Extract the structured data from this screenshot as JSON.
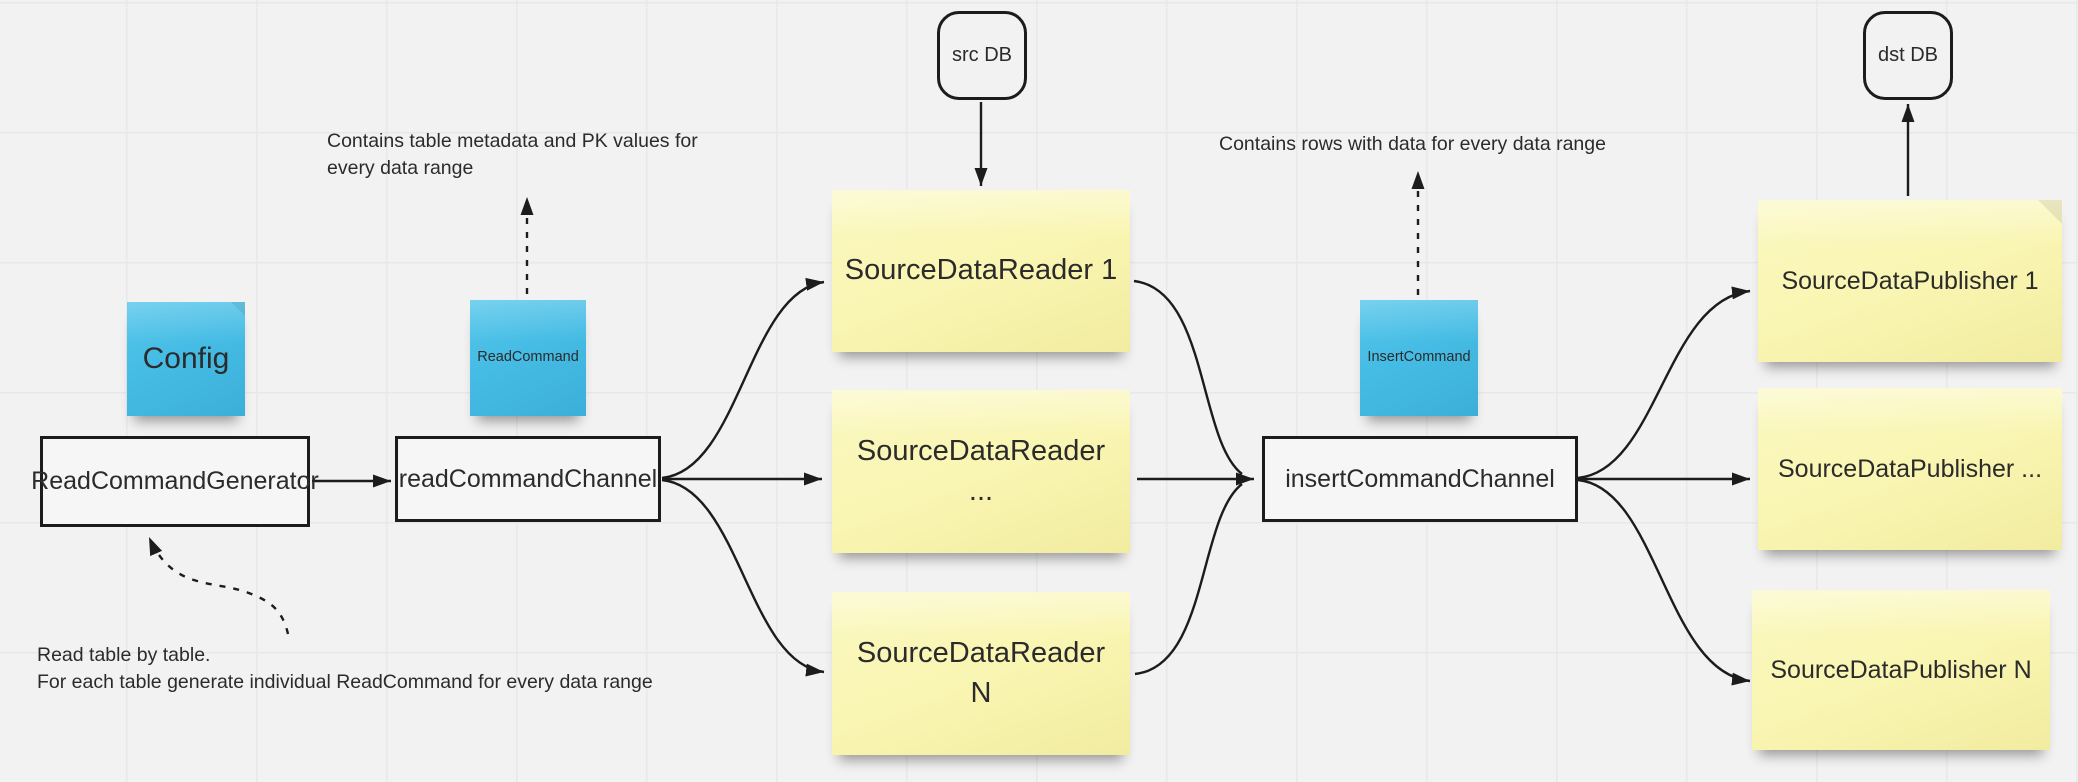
{
  "canvas": {
    "background": "#F2F2F2",
    "grid_color": "#E8E8EA"
  },
  "colors": {
    "background": "#F2F2F2",
    "grid": "#E8E8EA",
    "sticky_blue": "#45BCE5",
    "sticky_yellow": "#F9F5B1",
    "shape_fill": "#F6F6F6",
    "stroke": "#1C1C1C",
    "text": "#2B2B2B"
  },
  "nodes": {
    "src_db": {
      "label": "src DB"
    },
    "dst_db": {
      "label": "dst DB"
    },
    "config": {
      "label": "Config"
    },
    "read_command": {
      "label": "ReadCommand"
    },
    "insert_command": {
      "label": "InsertCommand"
    },
    "read_command_generator": {
      "label": "ReadCommandGenerator"
    },
    "read_command_channel": {
      "label": "readCommandChannel"
    },
    "insert_command_channel": {
      "label": "insertCommandChannel"
    },
    "reader_1": {
      "label": "SourceDataReader 1"
    },
    "reader_dots": {
      "label": "SourceDataReader\n..."
    },
    "reader_n": {
      "label": "SourceDataReader\nN"
    },
    "publisher_1": {
      "label": "SourceDataPublisher 1"
    },
    "publisher_dots": {
      "label": "SourceDataPublisher ..."
    },
    "publisher_n": {
      "label": "SourceDataPublisher N"
    }
  },
  "annotations": {
    "metadata_note": "Contains table metadata and PK values for\nevery data range",
    "rows_note": "Contains rows with data for every data range",
    "read_note": "Read table by table.\nFor each table generate individual ReadCommand for every data range"
  }
}
